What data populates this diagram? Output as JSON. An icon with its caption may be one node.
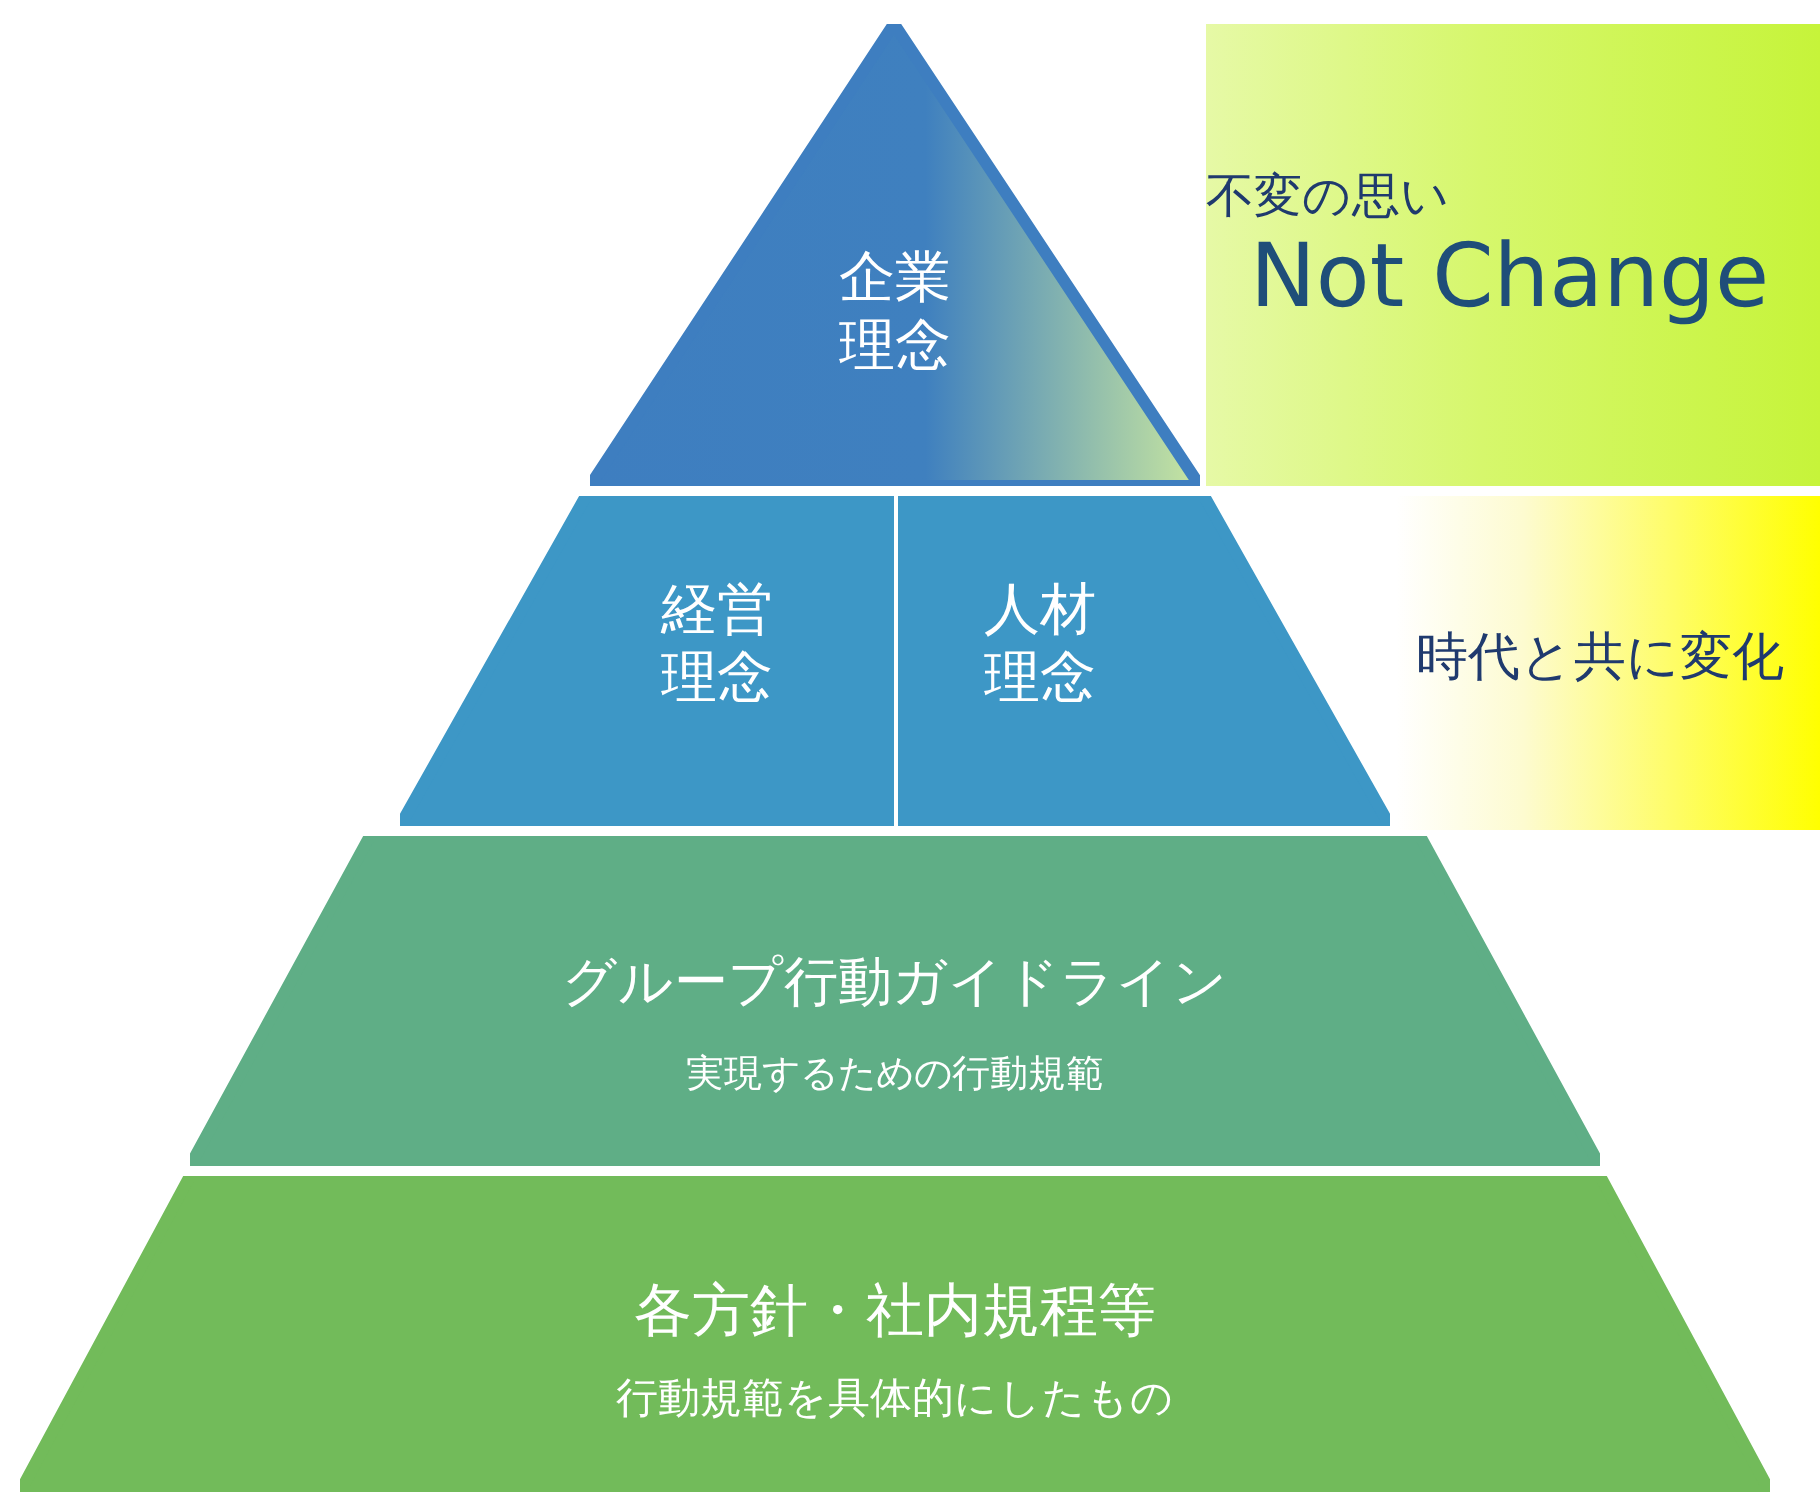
{
  "diagram": {
    "nodes": [
      {
        "text": [
          "企業理念"
        ]
      },
      {
        "text": [
          "経営理念"
        ]
      },
      {
        "text": [
          "人材理念"
        ]
      },
      {
        "text": [
          "グループ行動ガイドライン",
          "実現するための行動規範"
        ]
      },
      {
        "text": [
          "各方針・社内規程等",
          "行動規範を具体的にしたもの"
        ]
      },
      {
        "text": [
          "不変の思い",
          "Not Change"
        ]
      },
      {
        "text": [
          "時代と共に変化"
        ]
      }
    ]
  }
}
